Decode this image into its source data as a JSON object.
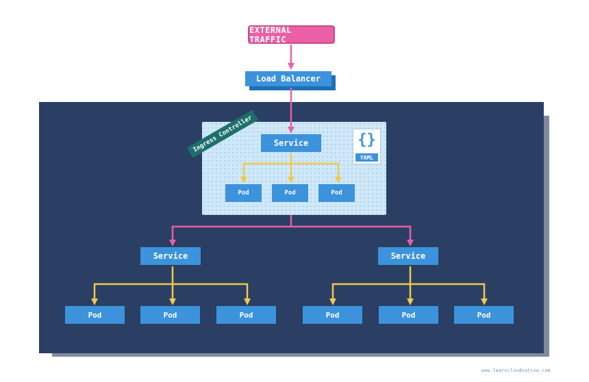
{
  "external_traffic": "EXTERNAL TRAFFIC",
  "load_balancer": "Load Balancer",
  "ingress_controller": "Ingress Controller",
  "ingress_service": "Service",
  "ingress_pods": [
    "Pod",
    "Pod",
    "Pod"
  ],
  "yaml_label": "YAML",
  "yaml_icon": "{}",
  "left_service": "Service",
  "right_service": "Service",
  "left_pods": [
    "Pod",
    "Pod",
    "Pod"
  ],
  "right_pods": [
    "Pod",
    "Pod",
    "Pod"
  ],
  "footer": "www.learncloudnative.com",
  "colors": {
    "pink": "#ea5fa5",
    "yellow": "#f2c94c",
    "blue": "#3c93dc",
    "navy": "#2a3f63"
  }
}
